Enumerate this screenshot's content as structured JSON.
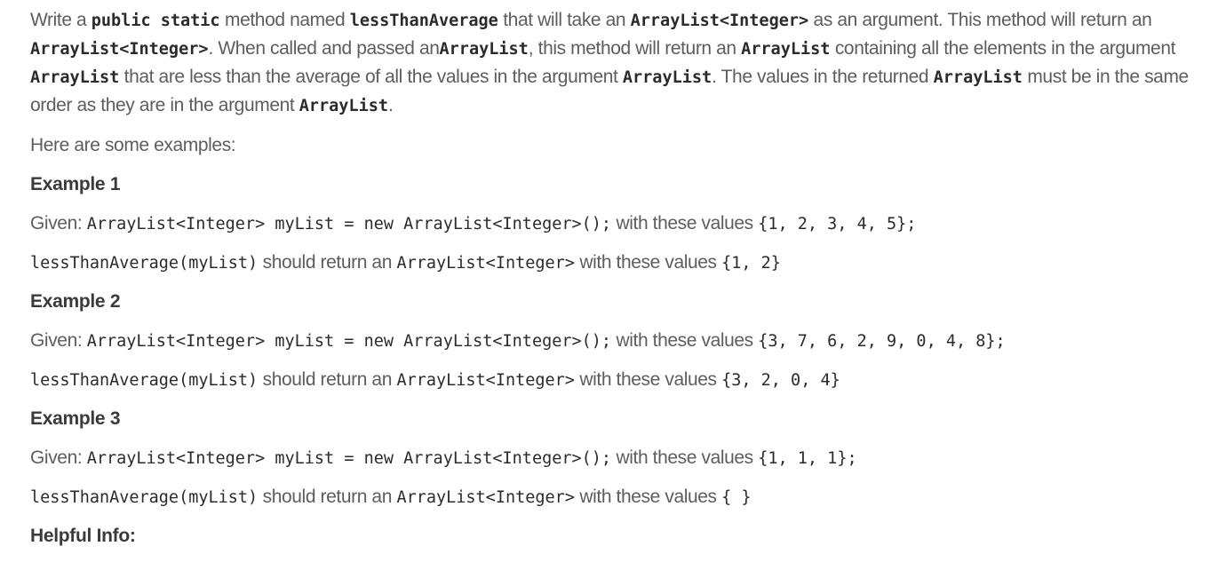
{
  "intro": {
    "t1": "Write a ",
    "c1": "public static",
    "t2": " method named ",
    "c2": "lessThanAverage",
    "t3": " that will take an ",
    "c3": "ArrayList<Integer>",
    "t4": " as an argument. This method will return an ",
    "c4": "ArrayList<Integer>",
    "t5": ". When called and passed an",
    "c5": "ArrayList",
    "t6": ", this method will return an ",
    "c6": "ArrayList",
    "t7": " containing all the elements in the argument ",
    "c7": "ArrayList",
    "t8": " that are less than the average of all the values in the argument ",
    "c8": "ArrayList",
    "t9": ". The values in the returned ",
    "c9": "ArrayList",
    "t10": " must be in the same order as they are in the argument ",
    "c10": "ArrayList",
    "t11": "."
  },
  "examples_intro": "Here are some examples:",
  "examples": [
    {
      "heading": "Example 1",
      "given_label": "Given: ",
      "given_code": "ArrayList<Integer> myList = new ArrayList<Integer>();",
      "with_text": " with these values ",
      "input_values": "{1, 2, 3, 4, 5};",
      "call_code": "lessThanAverage(myList)",
      "should_text": " should return an ",
      "return_type": "ArrayList<Integer>",
      "with_text2": " with these values ",
      "output_values": "{1, 2}"
    },
    {
      "heading": "Example 2",
      "given_label": "Given: ",
      "given_code": "ArrayList<Integer> myList = new ArrayList<Integer>();",
      "with_text": " with these values ",
      "input_values": "{3, 7, 6, 2, 9, 0, 4, 8};",
      "call_code": "lessThanAverage(myList)",
      "should_text": " should return an ",
      "return_type": "ArrayList<Integer>",
      "with_text2": " with these values ",
      "output_values": "{3, 2, 0, 4}"
    },
    {
      "heading": "Example 3",
      "given_label": "Given: ",
      "given_code": "ArrayList<Integer> myList = new ArrayList<Integer>();",
      "with_text": " with these values ",
      "input_values": "{1, 1, 1};",
      "call_code": "lessThanAverage(myList)",
      "should_text": " should return an ",
      "return_type": "ArrayList<Integer>",
      "with_text2": " with these values ",
      "output_values": "{ }"
    }
  ],
  "helpful_heading": "Helpful Info:"
}
